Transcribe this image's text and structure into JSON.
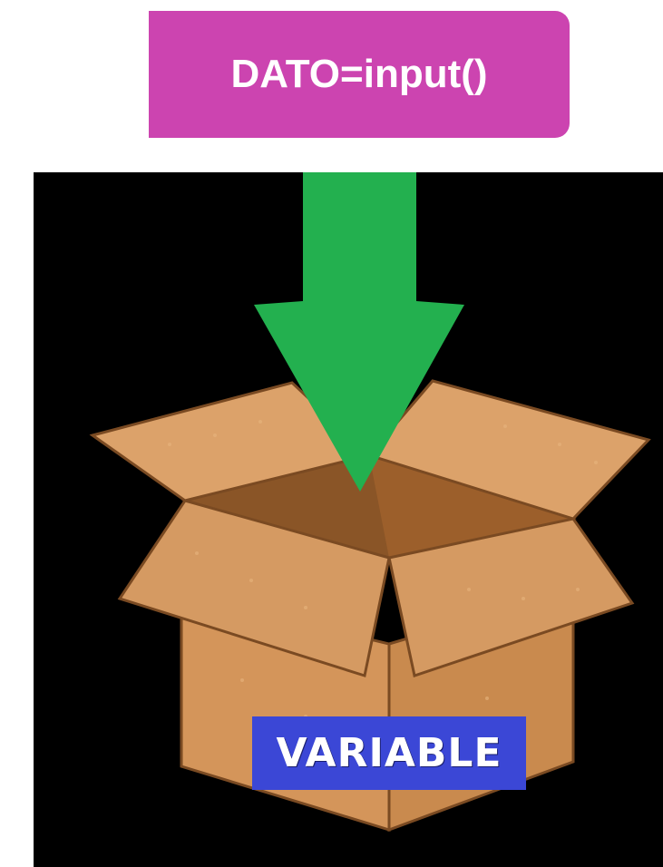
{
  "code_label": {
    "text": "DATO=input()",
    "color": "#cc44b0"
  },
  "box_label": {
    "text": "VARIABLE",
    "color": "#3b47d6"
  },
  "arrow": {
    "color": "#23b04f",
    "direction": "down"
  },
  "panel": {
    "background": "#000000"
  },
  "box": {
    "fill": "#d4955a",
    "dark_fill": "#9c5f2b",
    "outline": "#7a4a22"
  }
}
